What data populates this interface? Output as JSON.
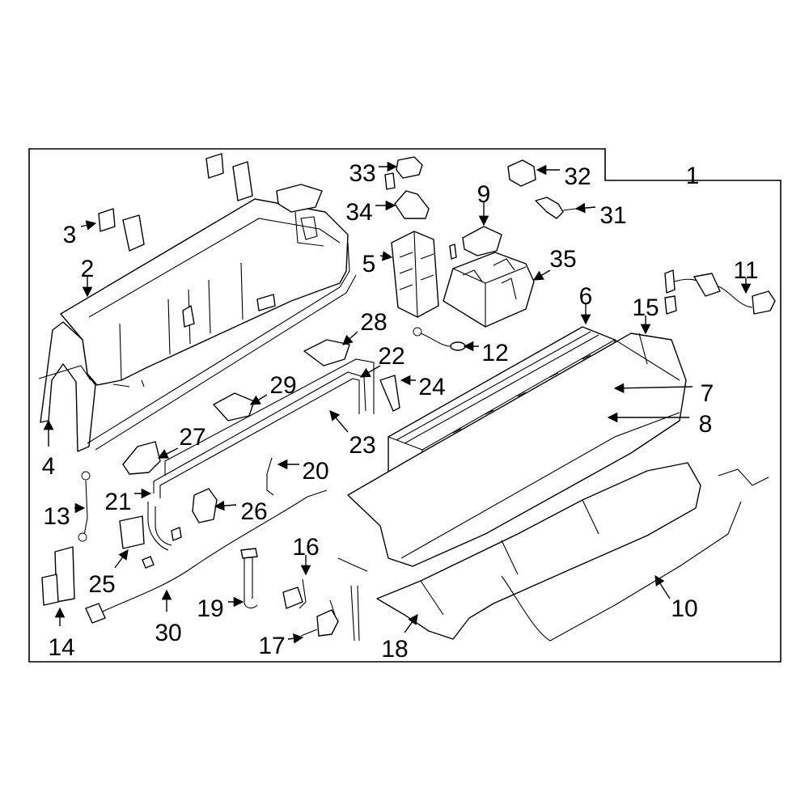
{
  "diagram": {
    "highlight_color": "#1f3aa8",
    "callouts": [
      {
        "id": "1",
        "label": "1"
      },
      {
        "id": "2",
        "label": "2"
      },
      {
        "id": "3",
        "label": "3"
      },
      {
        "id": "4",
        "label": "4"
      },
      {
        "id": "5",
        "label": "5"
      },
      {
        "id": "6",
        "label": "6"
      },
      {
        "id": "7",
        "label": "7"
      },
      {
        "id": "8",
        "label": "8"
      },
      {
        "id": "9",
        "label": "9"
      },
      {
        "id": "10",
        "label": "10"
      },
      {
        "id": "11",
        "label": "11"
      },
      {
        "id": "12",
        "label": "12"
      },
      {
        "id": "13",
        "label": "13"
      },
      {
        "id": "14",
        "label": "14"
      },
      {
        "id": "15",
        "label": "15"
      },
      {
        "id": "16",
        "label": "16"
      },
      {
        "id": "17",
        "label": "17"
      },
      {
        "id": "18",
        "label": "18"
      },
      {
        "id": "19",
        "label": "19"
      },
      {
        "id": "20",
        "label": "20"
      },
      {
        "id": "21",
        "label": "21"
      },
      {
        "id": "22",
        "label": "22"
      },
      {
        "id": "23",
        "label": "23"
      },
      {
        "id": "24",
        "label": "24"
      },
      {
        "id": "25",
        "label": "25"
      },
      {
        "id": "26",
        "label": "26"
      },
      {
        "id": "27",
        "label": "27"
      },
      {
        "id": "28",
        "label": "28"
      },
      {
        "id": "29",
        "label": "29"
      },
      {
        "id": "30",
        "label": "30"
      },
      {
        "id": "31",
        "label": "31"
      },
      {
        "id": "32",
        "label": "32"
      },
      {
        "id": "33",
        "label": "33"
      },
      {
        "id": "34",
        "label": "34"
      },
      {
        "id": "35",
        "label": "35"
      }
    ]
  }
}
